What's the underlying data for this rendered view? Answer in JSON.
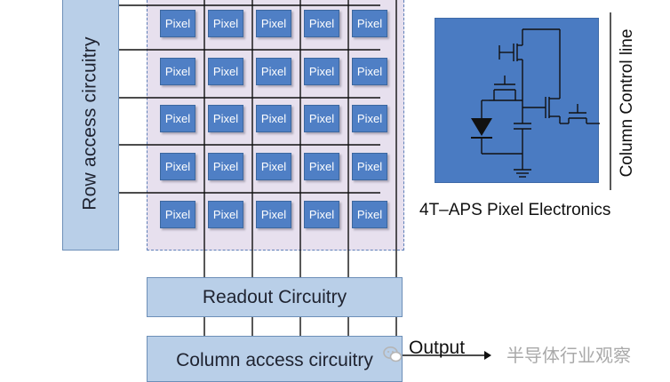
{
  "row_access": {
    "label": "Row access circuitry"
  },
  "pixel_array": {
    "pixel_label": "Pixel",
    "rows": [
      [
        "Pixel",
        "Pixel",
        "Pixel",
        "Pixel",
        "Pixel"
      ],
      [
        "Pixel",
        "Pixel",
        "Pixel",
        "Pixel",
        "Pixel"
      ],
      [
        "Pixel",
        "Pixel",
        "Pixel",
        "Pixel",
        "Pixel"
      ],
      [
        "Pixel",
        "Pixel",
        "Pixel",
        "Pixel",
        "Pixel"
      ],
      [
        "Pixel",
        "Pixel",
        "Pixel",
        "Pixel",
        "Pixel"
      ]
    ]
  },
  "readout": {
    "label": "Readout Circuitry"
  },
  "column_access": {
    "label": "Column access circuitry"
  },
  "output": {
    "label": "Output"
  },
  "schematic": {
    "caption": "4T–APS Pixel Electronics",
    "column_line_label": "Column Control line"
  },
  "watermark": {
    "text": "半导体行业观察"
  },
  "colors": {
    "block_fill": "#b9cfe8",
    "pixel_fill": "#4f7fc5",
    "array_fill": "#e7e0ee",
    "schematic_fill": "#4a7bc2"
  }
}
